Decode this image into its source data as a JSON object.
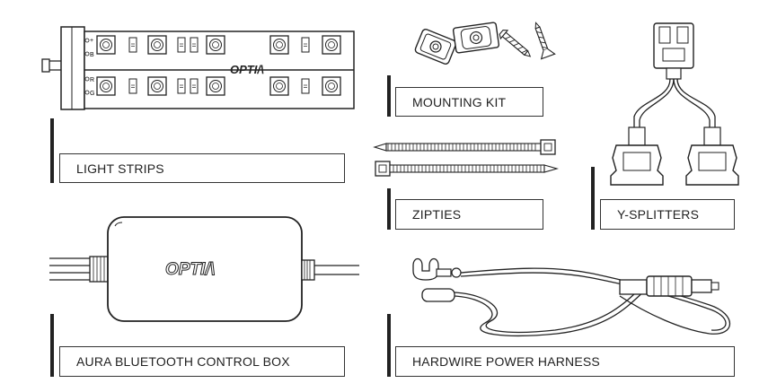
{
  "labels": {
    "light_strips": "LIGHT STRIPS",
    "mounting_kit": "MOUNTING KIT",
    "zipties": "ZIPTIES",
    "y_splitters": "Y-SPLITTERS",
    "control_box": "AURA BLUETOOTH CONTROL BOX",
    "power_harness": "HARDWIRE POWER HARNESS"
  },
  "strip_markings": {
    "pin_top_1": "+",
    "pin_top_2": "B",
    "pin_bottom_1": "R",
    "pin_bottom_2": "G",
    "logo": "OPTI/\\"
  },
  "control_box_logo": "OPTI/\\",
  "colors": {
    "line": "#222222",
    "background": "#ffffff"
  }
}
